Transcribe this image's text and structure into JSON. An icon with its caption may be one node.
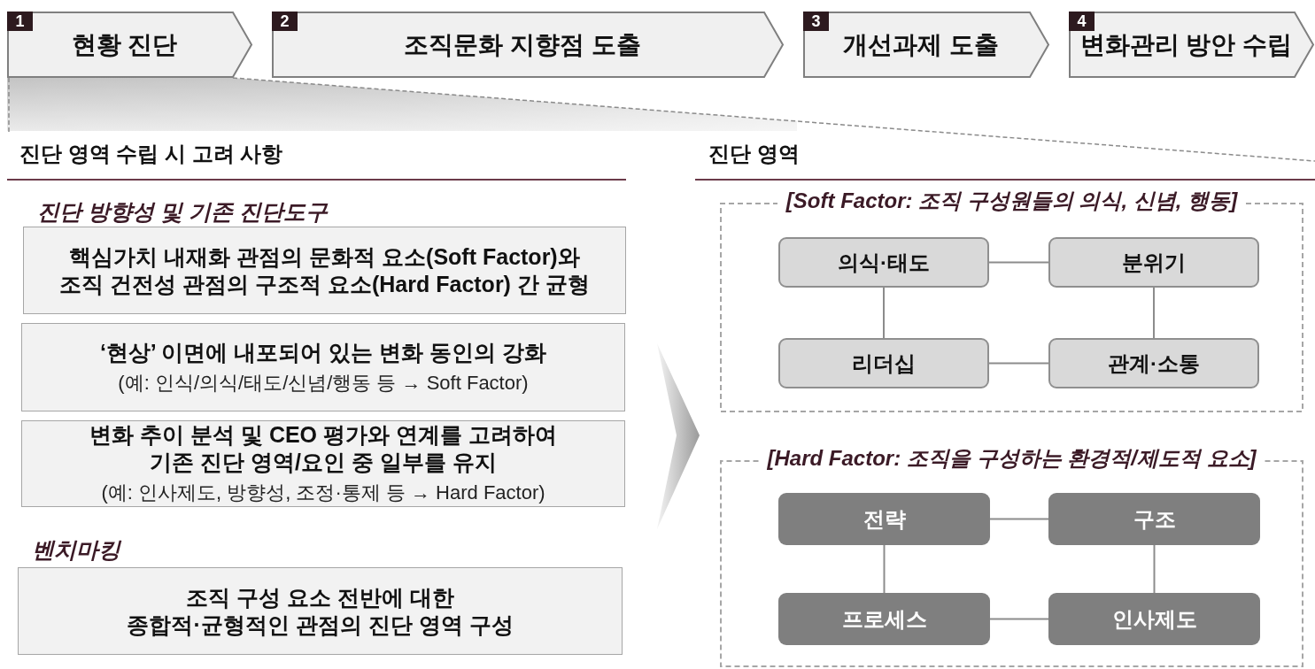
{
  "diagram": {
    "nodes": [
      {
        "text": [
          "1",
          "현황 진단"
        ]
      },
      {
        "text": [
          "2",
          "조직문화 지향점 도출"
        ]
      },
      {
        "text": [
          "3",
          "개선과제 도출"
        ]
      },
      {
        "text": [
          "4",
          "변화관리 방안 수립"
        ]
      },
      {
        "text": [
          "핵심가치 내재화 관점의 문화적 요소(Soft Factor)와 조직 건전성 관점의 구조적 요소(Hard Factor) 간 균형"
        ]
      },
      {
        "text": [
          "‘현상’ 이면에 내포되어 있는 변화 동인의 강화",
          "(예: 인식/의식/태도/신념/행동 등 → Soft Factor)"
        ]
      },
      {
        "text": [
          "변화 추이 분석 및 CEO 평가와 연계를 고려하여 기존 진단 영역/요인 중 일부를 유지",
          "(예: 인사제도, 방향성, 조정·통제 등 → Hard Factor)"
        ]
      },
      {
        "text": [
          "조직 구성 요소 전반에 대한 종합적·균형적인 관점의 진단 영역 구성"
        ]
      },
      {
        "text": [
          "[Soft Factor: 조직 구성원들의 의식, 신념, 행동]"
        ]
      },
      {
        "text": [
          "의식·태도"
        ],
        "in": 8
      },
      {
        "text": [
          "분위기"
        ],
        "in": 8
      },
      {
        "text": [
          "리더십"
        ],
        "in": 8
      },
      {
        "text": [
          "관계·소통"
        ],
        "in": 8
      },
      {
        "text": [
          "[Hard Factor: 조직을 구성하는 환경적/제도적 요소]"
        ]
      },
      {
        "text": [
          "전략"
        ],
        "in": 13
      },
      {
        "text": [
          "구조"
        ],
        "in": 13
      },
      {
        "text": [
          "프로세스"
        ],
        "in": 13
      },
      {
        "text": [
          "인사제도"
        ],
        "in": 13
      }
    ],
    "edges": [
      {
        "from": 9,
        "to": 10,
        "arrow": "none"
      },
      {
        "from": 9,
        "to": 11,
        "arrow": "none"
      },
      {
        "from": 10,
        "to": 12,
        "arrow": "none"
      },
      {
        "from": 11,
        "to": 12,
        "arrow": "none"
      },
      {
        "from": 14,
        "to": 15,
        "arrow": "none"
      },
      {
        "from": 14,
        "to": 16,
        "arrow": "none"
      },
      {
        "from": 15,
        "to": 17,
        "arrow": "none"
      },
      {
        "from": 16,
        "to": 17,
        "arrow": "none"
      }
    ],
    "labels": [
      "진단 영역 수립 시 고려 사항",
      "진단 영역",
      "진단 방향성 및 기존 진단도구",
      "벤치마킹"
    ]
  }
}
